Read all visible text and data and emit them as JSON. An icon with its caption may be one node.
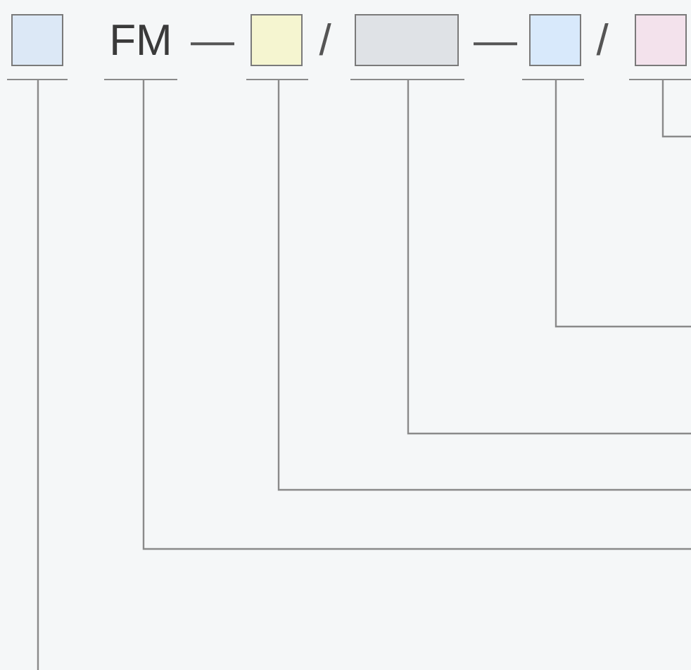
{
  "diagram": {
    "nodes": [
      {
        "text": [],
        "shape": "box"
      },
      {
        "text": [
          "FM"
        ]
      },
      {
        "text": [],
        "shape": "box"
      },
      {
        "text": [],
        "shape": "box"
      },
      {
        "text": [],
        "shape": "box"
      },
      {
        "text": [],
        "shape": "box"
      }
    ],
    "edges": [
      {
        "from": 0,
        "to": null,
        "arrow": "none"
      },
      {
        "from": 1,
        "to": null,
        "arrow": "none"
      },
      {
        "from": 2,
        "to": null,
        "arrow": "none"
      },
      {
        "from": 3,
        "to": null,
        "arrow": "none"
      },
      {
        "from": 4,
        "to": null,
        "arrow": "none"
      },
      {
        "from": 5,
        "to": null,
        "arrow": "none"
      }
    ],
    "labels": [
      "—",
      "/",
      "—",
      "/"
    ]
  }
}
